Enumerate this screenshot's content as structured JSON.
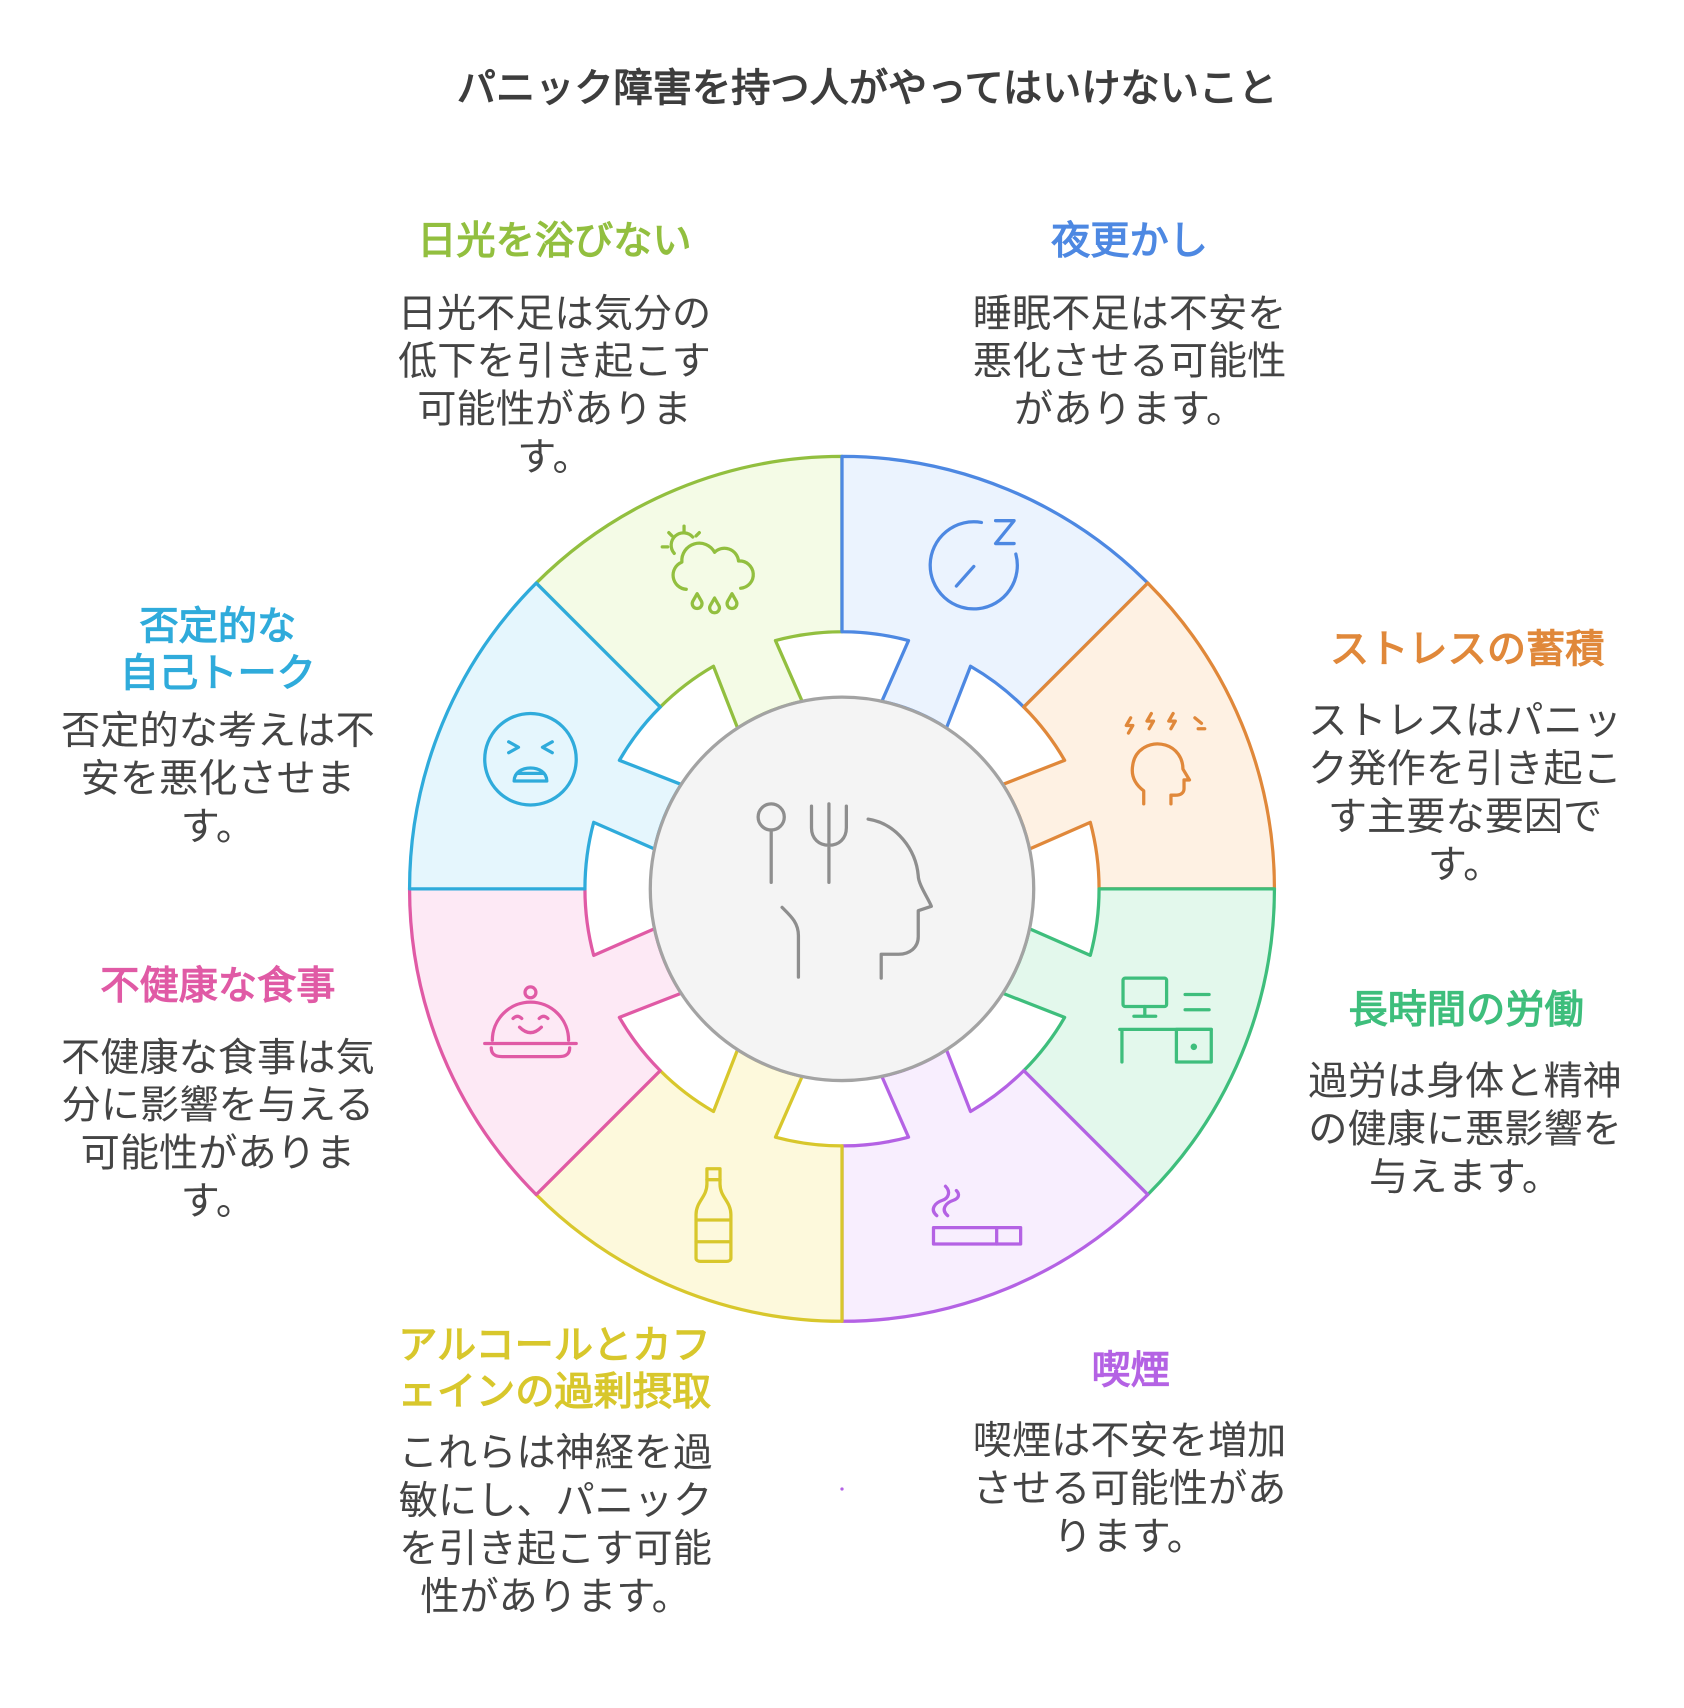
{
  "title": "パニック障害を持つ人がやってはいけないこと",
  "title_color": "#3d3d3d",
  "text_color": "#444444",
  "center": {
    "icon": "spoon-fork-head-icon",
    "fill": "#f4f4f4",
    "stroke": "#a3a3a3",
    "icon_color": "#8e8e8e"
  },
  "items": [
    {
      "title_lines": [
        "日光を浴びない"
      ],
      "desc_lines": [
        "日光不足は気分の",
        "低下を引き起こす",
        "可能性がありま",
        "す。"
      ],
      "color": "#92bf3f",
      "fill": "#f4fbe6",
      "icon": "weather-icon"
    },
    {
      "title_lines": [
        "夜更かし"
      ],
      "desc_lines": [
        "睡眠不足は不安を",
        "悪化させる可能性",
        "があります。"
      ],
      "color": "#4d88e2",
      "fill": "#ebf3fe",
      "icon": "sleep-clock-icon"
    },
    {
      "title_lines": [
        "ストレスの蓄積"
      ],
      "desc_lines": [
        "ストレスはパニッ",
        "ク発作を引き起こ",
        "す主要な要因で",
        "す。"
      ],
      "color": "#e0883a",
      "fill": "#fef1e3",
      "icon": "stressed-head-icon"
    },
    {
      "title_lines": [
        "長時間の労働"
      ],
      "desc_lines": [
        "過労は身体と精神",
        "の健康に悪影響を",
        "与えます。"
      ],
      "color": "#3ebe7c",
      "fill": "#e3f8ec",
      "icon": "office-desk-icon"
    },
    {
      "title_lines": [
        "喫煙"
      ],
      "desc_lines": [
        "喫煙は不安を増加",
        "させる可能性があ",
        "ります。"
      ],
      "color": "#b462e4",
      "fill": "#f8eefe",
      "icon": "cigarette-icon"
    },
    {
      "title_lines": [
        "アルコールとカフ",
        "ェインの過剰摂取"
      ],
      "desc_lines": [
        "これらは神経を過",
        "敏にし、パニック",
        "を引き起こす可能",
        "性があります。"
      ],
      "color": "#d8c72c",
      "fill": "#fdf9dc",
      "icon": "champagne-bottle-icon"
    },
    {
      "title_lines": [
        "不健康な食事"
      ],
      "desc_lines": [
        "不健康な食事は気",
        "分に影響を与える",
        "可能性がありま",
        "す。"
      ],
      "color": "#e05aa5",
      "fill": "#fde9f5",
      "icon": "food-cloche-icon"
    },
    {
      "title_lines": [
        "否定的な",
        "自己トーク"
      ],
      "desc_lines": [
        "否定的な考えは不",
        "安を悪化させま",
        "す。"
      ],
      "color": "#2fabdb",
      "fill": "#e5f6fd",
      "icon": "tired-face-icon"
    }
  ]
}
